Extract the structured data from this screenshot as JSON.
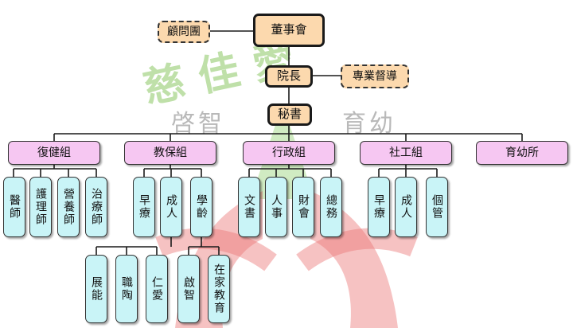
{
  "watermark": {
    "green": "慈 佳 愛",
    "left_gray": "啓智",
    "right_gray": "育幼"
  },
  "org": {
    "board": "董事會",
    "advisors": "顧問團",
    "director": "院長",
    "supervisor": "專業督導",
    "secretary": "秘書",
    "departments": [
      {
        "label": "復健組",
        "units": [
          "醫師",
          "護理師",
          "營養師",
          "治療師"
        ]
      },
      {
        "label": "教保組",
        "units": [
          "早療",
          "成人",
          "學齡"
        ]
      },
      {
        "label": "行政組",
        "units": [
          "文書",
          "人事",
          "財會",
          "總務"
        ]
      },
      {
        "label": "社工組",
        "units": [
          "早療",
          "成人",
          "個管"
        ]
      },
      {
        "label": "育幼所",
        "units": []
      }
    ],
    "adult_sub": [
      "展能",
      "職陶",
      "仁愛"
    ],
    "school_sub": [
      "啟智",
      "在家教育"
    ]
  },
  "colors": {
    "top": "#fcd9ae",
    "dept": "#f6c7f2",
    "unit": "#c9f4f7",
    "line": "#1a1a1a"
  }
}
